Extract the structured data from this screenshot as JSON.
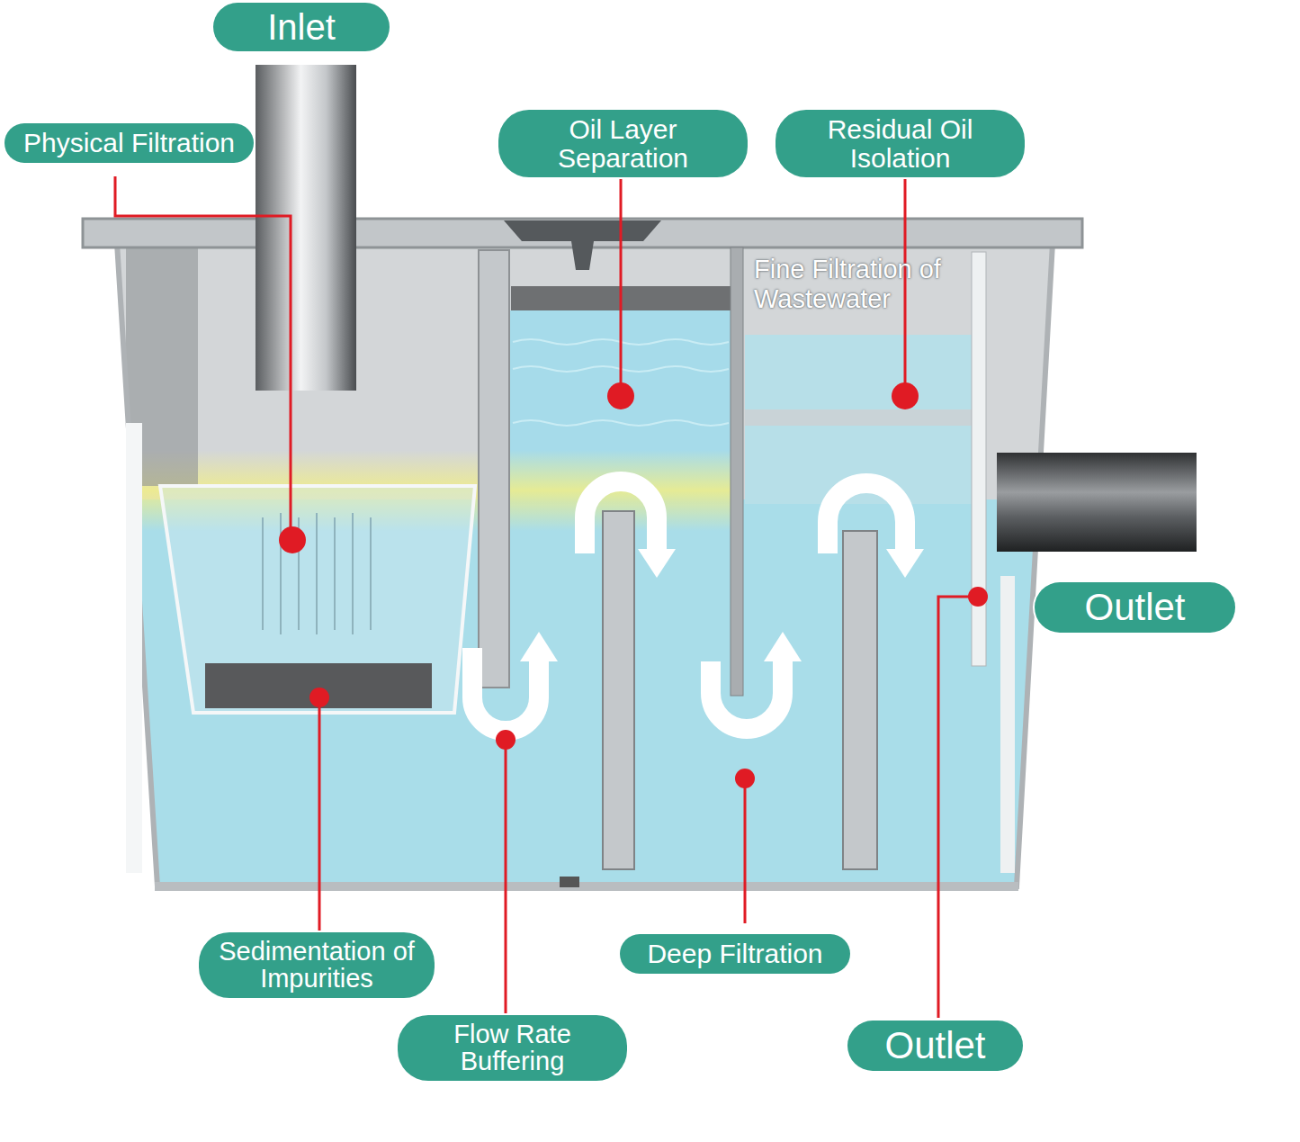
{
  "diagram": {
    "nodes": [
      {
        "text": [
          "Inlet"
        ]
      },
      {
        "text": [
          "Physical Filtration"
        ]
      },
      {
        "text": [
          "Oil Layer Separation"
        ]
      },
      {
        "text": [
          "Residual Oil Isolation"
        ]
      },
      {
        "text": [
          "Outlet"
        ]
      },
      {
        "text": [
          "Sedimentation of Impurities"
        ]
      },
      {
        "text": [
          "Deep Filtration"
        ]
      },
      {
        "text": [
          "Flow Rate Buffering"
        ]
      },
      {
        "text": [
          "Outlet"
        ]
      }
    ],
    "labels": [
      "Fine Filtration of Wastewater"
    ]
  }
}
